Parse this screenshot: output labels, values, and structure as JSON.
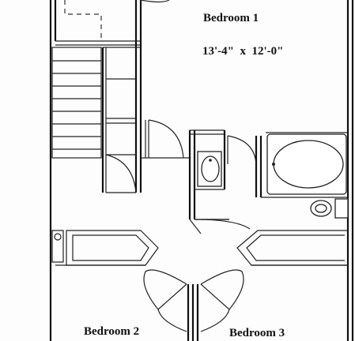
{
  "floor_plan": {
    "rooms": [
      {
        "name": "Bedroom 1",
        "dimensions": "13'-4\"  x  12'-0\""
      },
      {
        "name": "Bedroom 2"
      },
      {
        "name": "Bedroom 3"
      }
    ],
    "fixtures": [
      "stairs",
      "bathtub",
      "bathroom-sink",
      "toilet",
      "closets",
      "hall-doors"
    ]
  }
}
